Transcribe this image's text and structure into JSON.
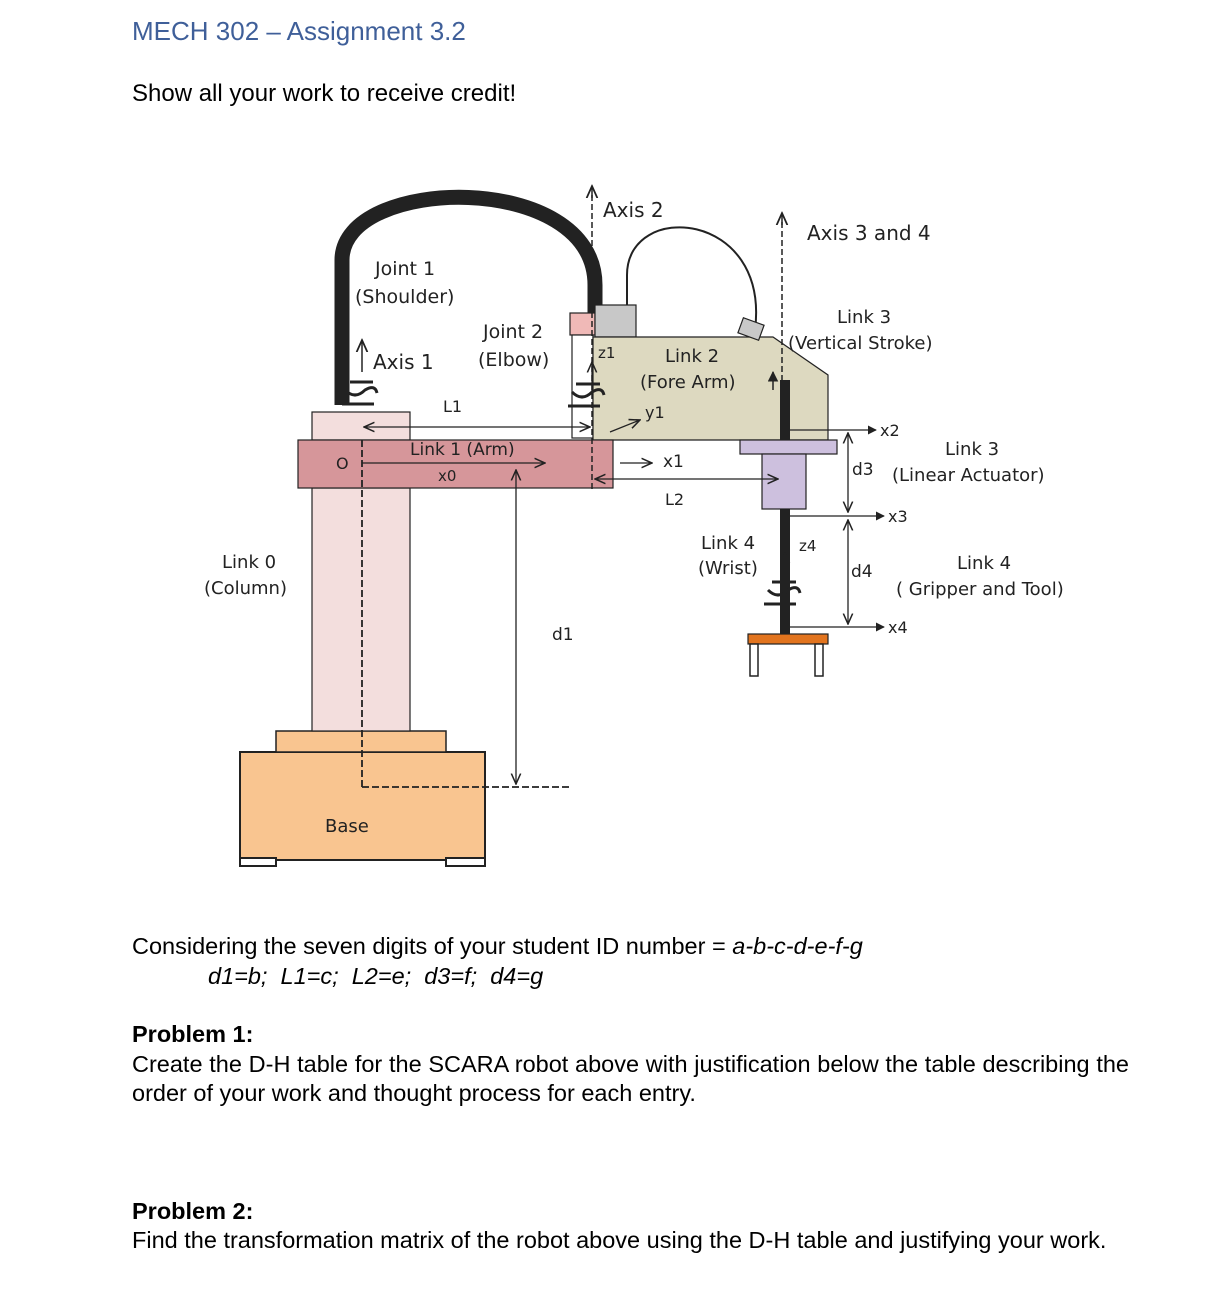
{
  "header": {
    "title": "MECH 302 – Assignment 3.2",
    "subtitle": "Show all your work to receive credit!"
  },
  "diagram": {
    "labels": {
      "axis2": "Axis 2",
      "axis34": "Axis 3 and 4",
      "joint1": "Joint 1",
      "shoulder": "(Shoulder)",
      "joint2": "Joint 2",
      "elbow": "(Elbow)",
      "axis1": "Axis 1",
      "z1": "z1",
      "link2": "Link 2",
      "forearm": "(Fore Arm)",
      "y1": "y1",
      "link3top": "Link 3",
      "vertical_stroke": "(Vertical Stroke)",
      "l1": "L1",
      "o": "O",
      "link1": "Link 1 (Arm)",
      "x0": "x0",
      "x1": "x1",
      "x2": "x2",
      "link3": "Link 3",
      "d3": "d3",
      "linear_actuator": "(Linear Actuator)",
      "l2": "L2",
      "x3": "x3",
      "link4wrist": "Link 4",
      "wrist": "(Wrist)",
      "z4": "z4",
      "link0": "Link 0",
      "column": "(Column)",
      "d4": "d4",
      "link4tool": "Link 4",
      "gripper": "( Gripper and Tool)",
      "x4": "x4",
      "d1": "d1",
      "base": "Base"
    },
    "colors": {
      "arm": "#d6969a",
      "column": "#f3dedd",
      "base": "#f9c590",
      "forearm": "#ddd9c0",
      "joint": "#c8c8c8",
      "wrist": "#cdc0de",
      "gripper": "#e2741e"
    }
  },
  "content": {
    "student_id_prefix": "Considering the seven digits of your student ID number = ",
    "student_id_value": "a-b-c-d-e-f-g",
    "variables": "d1=b;  L1=c;  L2=e;  d3=f;  d4=g",
    "problem1_title": "Problem 1:",
    "problem1_text": "Create the D-H table for the SCARA robot above with justification below the table describing the order of your work and thought process for each entry.",
    "problem2_title": "Problem 2:",
    "problem2_text": "Find the transformation matrix of the robot above using the D-H table and justifying your work."
  }
}
